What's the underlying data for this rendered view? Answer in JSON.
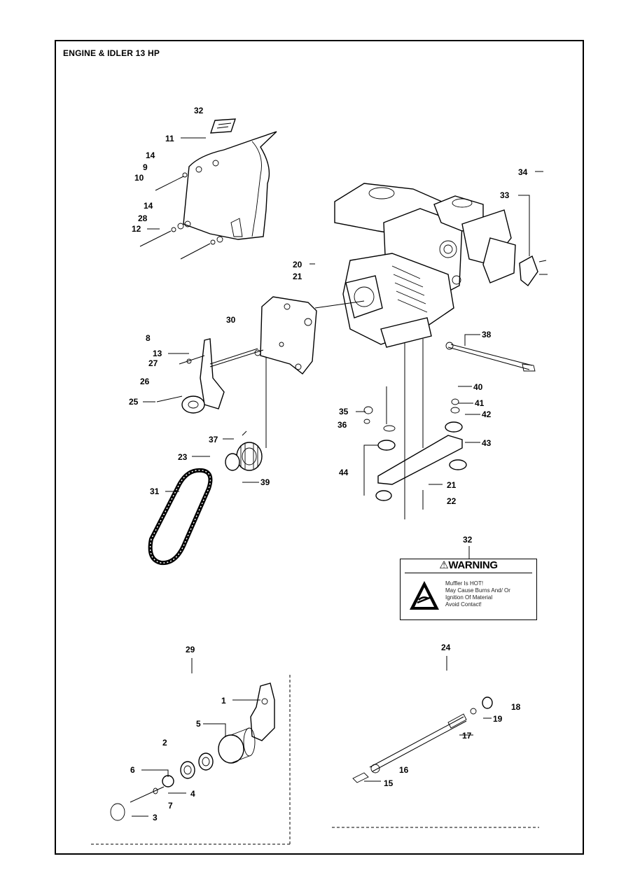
{
  "title": "ENGINE & IDLER 13 HP",
  "callouts": {
    "c1": "1",
    "c2": "2",
    "c3": "3",
    "c4": "4",
    "c5": "5",
    "c6": "6",
    "c7": "7",
    "c8": "8",
    "c9": "9",
    "c10": "10",
    "c11": "11",
    "c12": "12",
    "c13": "13",
    "c14a": "14",
    "c14b": "14",
    "c15": "15",
    "c16": "16",
    "c17": "17",
    "c18": "18",
    "c19": "19",
    "c20": "20",
    "c21a": "21",
    "c21b": "21",
    "c22": "22",
    "c23": "23",
    "c24": "24",
    "c25": "25",
    "c26": "26",
    "c27": "27",
    "c28": "28",
    "c29": "29",
    "c30": "30",
    "c31": "31",
    "c32a": "32",
    "c32b": "32",
    "c33": "33",
    "c34": "34",
    "c35": "35",
    "c36": "36",
    "c37": "37",
    "c38": "38",
    "c39": "39",
    "c40": "40",
    "c41": "41",
    "c42": "42",
    "c43": "43",
    "c44": "44"
  },
  "warning_decal": {
    "heading": "⚠WARNING",
    "lines": [
      "Muffler Is HOT!",
      "May Cause Burns And/ Or",
      "Ignition Of Material",
      "Avoid Contact!"
    ]
  }
}
